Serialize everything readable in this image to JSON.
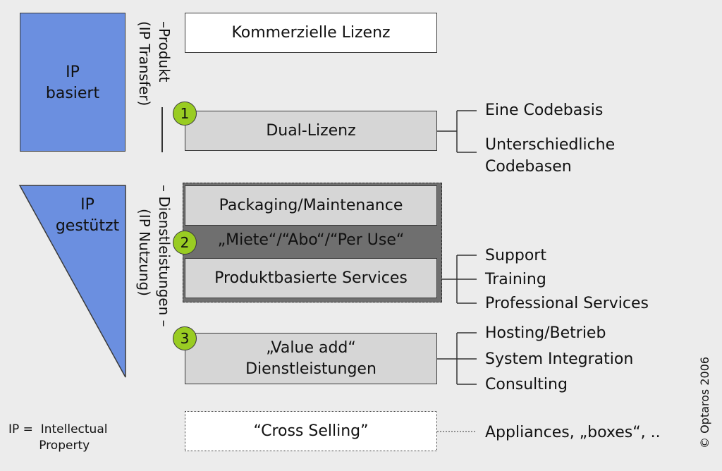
{
  "left": {
    "ip_basiert": "IP\nbasiert",
    "ip_gestuetzt": "IP\ngestützt"
  },
  "vertical": {
    "produkt": "–Produkt",
    "ip_transfer": "(IP Transfer)",
    "dienstleistungen": "– Dienstleistungen –",
    "ip_nutzung": "(IP Nutzung)"
  },
  "boxes": {
    "kommerzielle": "Kommerzielle Lizenz",
    "dual": "Dual-Lizenz",
    "packaging": "Packaging/Maintenance",
    "miete": "„Miete“/“Abo“/“Per Use“",
    "produktbasierte": "Produktbasierte Services",
    "value_add": "„Value add“\nDienstleistungen",
    "cross_selling": "“Cross Selling”"
  },
  "badges": [
    "1",
    "2",
    "3"
  ],
  "right": {
    "dual_items": [
      "Eine Codebasis",
      "Unterschiedliche\nCodebasen"
    ],
    "services_items": [
      "Support",
      "Training",
      "Professional Services"
    ],
    "value_items": [
      "Hosting/Betrieb",
      "System Integration",
      "Consulting"
    ],
    "cross_item": "Appliances, „boxes“, .."
  },
  "footnote": "IP =  Intellectual\n        Property",
  "copyright": "© Optaros 2006",
  "colors": {
    "blue": "#6b8fe0",
    "green": "#99cc22",
    "dark_gray": "#6f6f6f",
    "light_gray": "#d6d6d6"
  }
}
